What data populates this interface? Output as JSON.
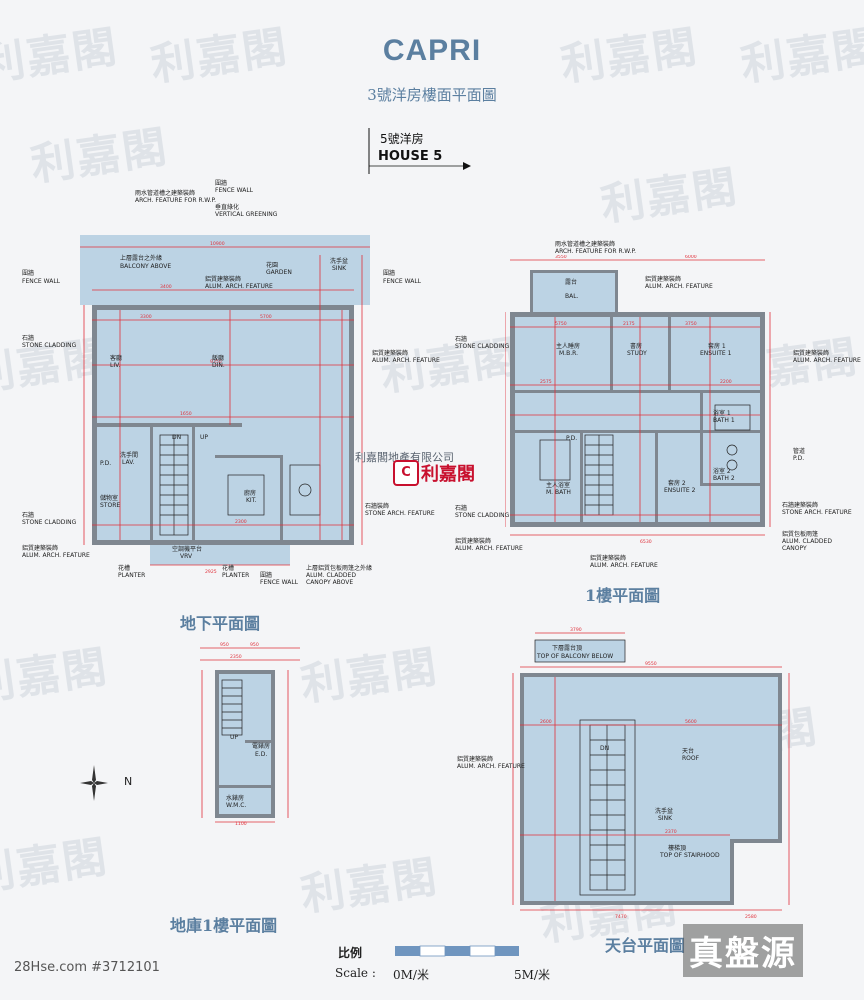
{
  "header": {
    "title": "CAPRI",
    "subtitle": "3號洋房樓面平面圖"
  },
  "house_marker": {
    "zh": "5號洋房",
    "en": "HOUSE 5"
  },
  "watermark": {
    "text": "利嘉閣"
  },
  "center_logo": {
    "company": "利嘉閣地產有限公司",
    "brand": "利嘉閣"
  },
  "plans": {
    "basement": {
      "caption": "地下平面圖",
      "labels": [
        {
          "zh": "雨水管道槽之建築裝飾",
          "en": "ARCH. FEATURE FOR R.W.P."
        },
        {
          "zh": "圍牆",
          "en": "FENCE WALL"
        },
        {
          "zh": "垂直綠化",
          "en": "VERTICAL GREENING"
        },
        {
          "zh": "圍牆",
          "en": "FENCE WALL"
        },
        {
          "zh": "上層露台之外緣",
          "en": "BALCONY ABOVE"
        },
        {
          "zh": "鋁質建築裝飾",
          "en": "ALUM. ARCH. FEATURE"
        },
        {
          "zh": "花園",
          "en": "GARDEN"
        },
        {
          "zh": "洗手盆",
          "en": "SINK"
        },
        {
          "zh": "圍牆",
          "en": "FENCE WALL"
        },
        {
          "zh": "石牆",
          "en": "STONE CLADDING"
        },
        {
          "zh": "鋁質建築裝飾",
          "en": "ALUM. ARCH. FEATURE"
        },
        {
          "zh": "石牆",
          "en": "STONE CLADDING"
        },
        {
          "zh": "鋁質建築裝飾",
          "en": "ALUM. ARCH. FEATURE"
        },
        {
          "zh": "花槽",
          "en": "PLANTER"
        },
        {
          "zh": "花槽",
          "en": "PLANTER"
        },
        {
          "zh": "圍牆",
          "en": "FENCE WALL"
        },
        {
          "zh": "上層鋁質包板雨篷之外緣",
          "en": "ALUM. CLADDED CANOPY ABOVE"
        },
        {
          "zh": "石牆裝飾",
          "en": "STONE ARCH. FEATURE"
        }
      ],
      "rooms": [
        {
          "zh": "客廳",
          "en": "LIV."
        },
        {
          "zh": "飯廳",
          "en": "DIN."
        },
        {
          "zh": "洗手間",
          "en": "LAV."
        },
        {
          "zh": "廚房",
          "en": "KIT."
        },
        {
          "zh": "儲物室",
          "en": "STORE"
        },
        {
          "zh": "空調機平台",
          "en": "VRV"
        },
        {
          "zh": "",
          "en": "P.D."
        },
        {
          "zh": "",
          "en": "DN"
        },
        {
          "zh": "",
          "en": "UP"
        }
      ]
    },
    "first_floor": {
      "caption": "1樓平面圖",
      "labels": [
        {
          "zh": "雨水管道槽之建築裝飾",
          "en": "ARCH. FEATURE FOR R.W.P."
        },
        {
          "zh": "鋁質建築裝飾",
          "en": "ALUM. ARCH. FEATURE"
        },
        {
          "zh": "石牆",
          "en": "STONE CLADDING"
        },
        {
          "zh": "鋁質建築裝飾",
          "en": "ALUM. ARCH. FEATURE"
        },
        {
          "zh": "石牆",
          "en": "STONE CLADDING"
        },
        {
          "zh": "鋁質建築裝飾",
          "en": "ALUM. ARCH. FEATURE"
        },
        {
          "zh": "管道",
          "en": "P.D."
        },
        {
          "zh": "石牆建築裝飾",
          "en": "STONE ARCH. FEATURE"
        },
        {
          "zh": "鋁質包板雨篷",
          "en": "ALUM. CLADDED CANOPY"
        },
        {
          "zh": "鋁質建築裝飾",
          "en": "ALUM. ARCH. FEATURE"
        }
      ],
      "rooms": [
        {
          "zh": "露台",
          "en": "BAL."
        },
        {
          "zh": "主人睡房",
          "en": "M.B.R."
        },
        {
          "zh": "書房",
          "en": "STUDY"
        },
        {
          "zh": "套房 1",
          "en": "ENSUITE 1"
        },
        {
          "zh": "浴室 1",
          "en": "BATH 1"
        },
        {
          "zh": "浴室 2",
          "en": "BATH 2"
        },
        {
          "zh": "套房 2",
          "en": "ENSUITE 2"
        },
        {
          "zh": "主人浴室",
          "en": "M. BATH"
        },
        {
          "zh": "",
          "en": "P.D."
        }
      ]
    },
    "lower_ground": {
      "caption": "地庫1樓平面圖",
      "rooms": [
        {
          "zh": "電錶房",
          "en": "E.D."
        },
        {
          "zh": "水錶房",
          "en": "W.M.C."
        },
        {
          "zh": "",
          "en": "UP"
        }
      ]
    },
    "roof": {
      "caption": "天台平面圖",
      "labels": [
        {
          "zh": "下層露台頂",
          "en": "TOP OF BALCONY BELOW"
        },
        {
          "zh": "鋁質建築裝飾",
          "en": "ALUM. ARCH. FEATURE"
        },
        {
          "zh": "樓梯頂",
          "en": "TOP OF STAIRHOOD"
        }
      ],
      "rooms": [
        {
          "zh": "天台",
          "en": "ROOF"
        },
        {
          "zh": "洗手盆",
          "en": "SINK"
        },
        {
          "zh": "",
          "en": "DN"
        }
      ]
    }
  },
  "compass": {
    "label": "N"
  },
  "scale": {
    "zh": "比例",
    "label": "Scale :",
    "start": "0M/米",
    "end": "5M/米"
  },
  "footer": {
    "ref": "28Hse.com #3712101",
    "brand": "真盤源"
  },
  "colors": {
    "accent": "#5b7fa0",
    "plan_fill": "#bcd3e4",
    "dimension": "#e0303a",
    "wall": "#7f8790"
  }
}
